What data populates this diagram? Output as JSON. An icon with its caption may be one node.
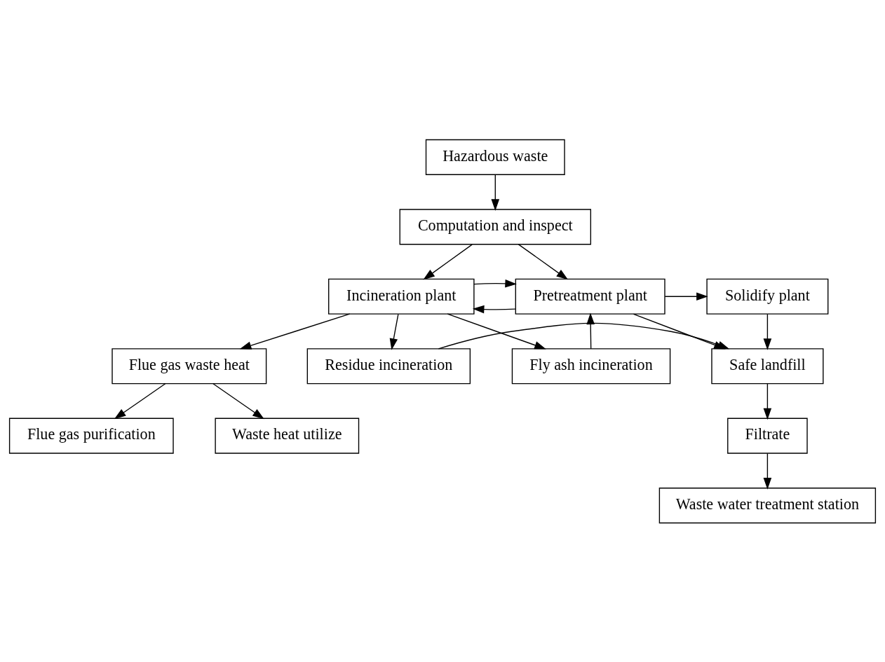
{
  "diagram": {
    "nodes": [
      {
        "text": [
          "Hazardous waste"
        ]
      },
      {
        "text": [
          "Computation and inspect"
        ]
      },
      {
        "text": [
          "Incineration plant"
        ]
      },
      {
        "text": [
          "Pretreatment plant"
        ]
      },
      {
        "text": [
          "Solidify plant"
        ]
      },
      {
        "text": [
          "Fly ash incineration"
        ]
      },
      {
        "text": [
          "Residue incineration"
        ]
      },
      {
        "text": [
          "Safe landfill"
        ]
      },
      {
        "text": [
          "Flue gas waste heat"
        ]
      },
      {
        "text": [
          "Waste heat utilize"
        ]
      },
      {
        "text": [
          "Filtrate"
        ]
      },
      {
        "text": [
          "Flue gas purification"
        ]
      },
      {
        "text": [
          "Waste water treatment station"
        ]
      }
    ],
    "edges": [
      {
        "from": 0,
        "to": 1,
        "arrow": "to"
      },
      {
        "from": 1,
        "to": 2,
        "arrow": "to"
      },
      {
        "from": 1,
        "to": 3,
        "arrow": "to"
      },
      {
        "from": 3,
        "to": 2,
        "arrow": "to"
      },
      {
        "from": 2,
        "to": 3,
        "arrow": "to"
      },
      {
        "from": 3,
        "to": 4,
        "arrow": "to"
      },
      {
        "from": 2,
        "to": 5,
        "arrow": "to"
      },
      {
        "from": 2,
        "to": 6,
        "arrow": "to"
      },
      {
        "from": 2,
        "to": 8,
        "arrow": "to"
      },
      {
        "from": 5,
        "to": 3,
        "arrow": "to"
      },
      {
        "from": 4,
        "to": 7,
        "arrow": "to"
      },
      {
        "from": 3,
        "to": 7,
        "arrow": "to"
      },
      {
        "from": 6,
        "to": 7,
        "arrow": "to"
      },
      {
        "from": 7,
        "to": 10,
        "arrow": "to"
      },
      {
        "from": 10,
        "to": 12,
        "arrow": "to"
      },
      {
        "from": 8,
        "to": 9,
        "arrow": "to"
      },
      {
        "from": 8,
        "to": 11,
        "arrow": "to"
      }
    ]
  }
}
